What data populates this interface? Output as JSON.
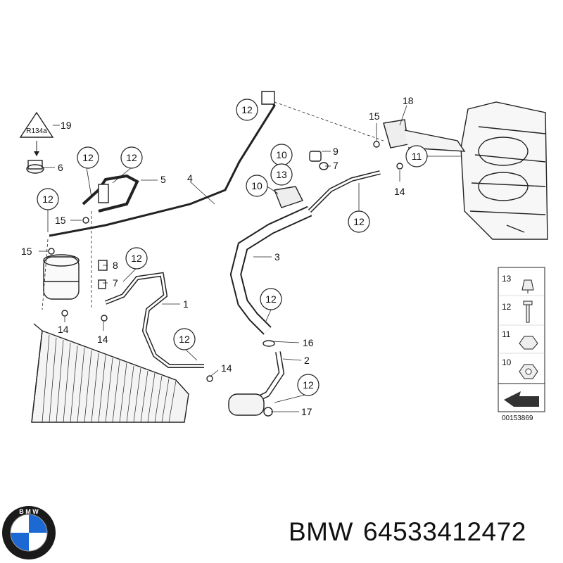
{
  "callouts": [
    "1",
    "2",
    "3",
    "4",
    "5",
    "6",
    "7",
    "7",
    "8",
    "9",
    "10",
    "10",
    "11",
    "12",
    "12",
    "12",
    "12",
    "12",
    "12",
    "12",
    "12",
    "12",
    "12",
    "12",
    "13",
    "14",
    "14",
    "14",
    "14",
    "15",
    "15",
    "15",
    "15",
    "16",
    "17",
    "18",
    "19"
  ],
  "legend": {
    "items": [
      "13",
      "12",
      "11",
      "10"
    ],
    "code": "00153869"
  },
  "warning_symbol": "R134a",
  "caption": {
    "brand": "BMW",
    "part_number": "64533412472"
  },
  "colors": {
    "line": "#222222",
    "text": "#111111",
    "logo_blue": "#1c69d4"
  },
  "icons": [
    "bmw-logo-icon",
    "warning-triangle-icon",
    "arrow-icon"
  ]
}
